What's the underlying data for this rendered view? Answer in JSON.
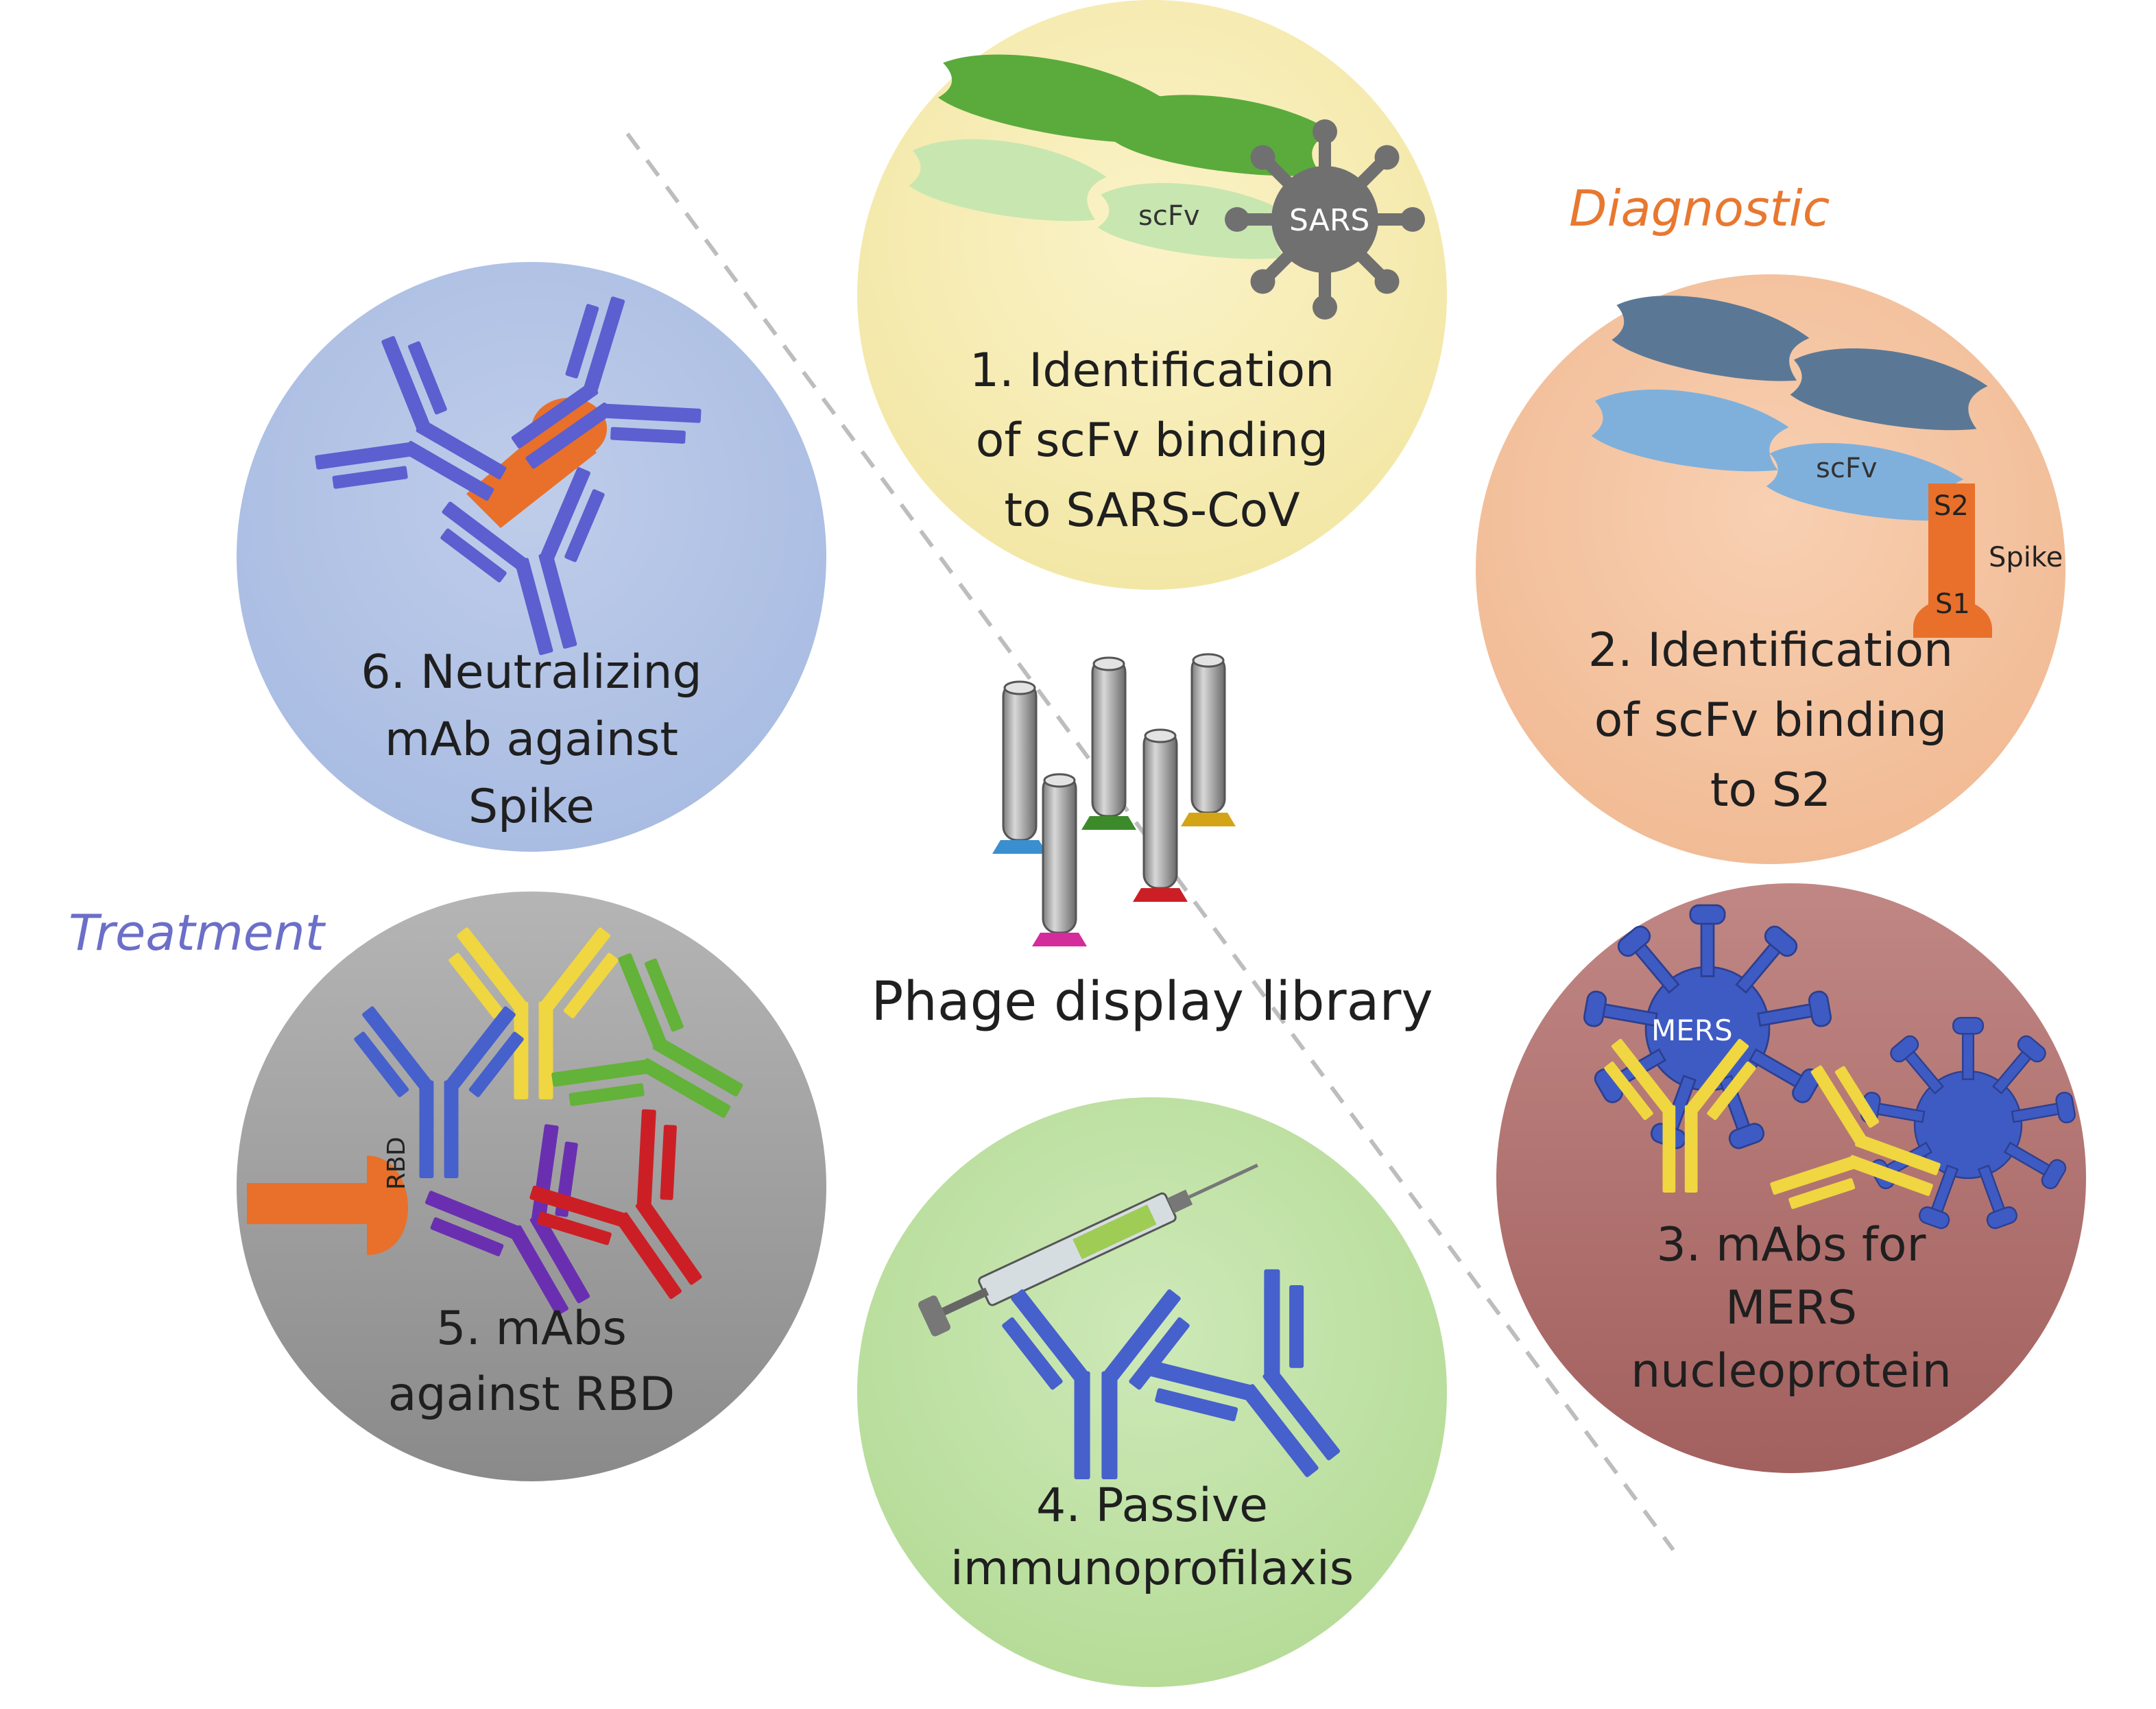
{
  "categories": {
    "diagnostic": {
      "label": "Diagnostic",
      "color": "#e87830"
    },
    "treatment": {
      "label": "Treatment",
      "color": "#6b6fc8"
    }
  },
  "center": {
    "label": "Phage display library"
  },
  "panels": [
    {
      "id": "panel-1",
      "lines": [
        "1. Identification",
        "of scFv binding",
        "to SARS-CoV"
      ],
      "tags": [
        "scFv",
        "SARS"
      ],
      "color": "#f8eebc"
    },
    {
      "id": "panel-2",
      "lines": [
        "2. Identification",
        "of scFv binding",
        "to S2"
      ],
      "tags": [
        "scFv",
        "S2",
        "Spike",
        "S1"
      ],
      "color": "#f5c6a5"
    },
    {
      "id": "panel-3",
      "lines": [
        "3. mAbs for",
        "MERS",
        "nucleoprotein"
      ],
      "tags": [
        "MERS"
      ],
      "color": "#b5716f"
    },
    {
      "id": "panel-4",
      "lines": [
        "4. Passive",
        "immunoprofilaxis"
      ],
      "tags": [],
      "color": "#c1e3a8"
    },
    {
      "id": "panel-5",
      "lines": [
        "5. mAbs",
        "against RBD"
      ],
      "tags": [
        "RBD"
      ],
      "color": "#9e9e9e"
    },
    {
      "id": "panel-6",
      "lines": [
        "6. Neutralizing",
        "mAb against",
        "Spike"
      ],
      "tags": [],
      "color": "#b4c5e6"
    }
  ],
  "palette": {
    "green_dark": "#5aab3c",
    "green_light": "#c8e6b0",
    "virus": "#707070",
    "blue_dark": "#5a7896",
    "blue_light": "#7fb0dc",
    "orange": "#e8702a",
    "purple": "#5b5fcf",
    "blue": "#4660cc",
    "yellow": "#f0d640",
    "green": "#63b23a",
    "violet": "#6a2fb0",
    "red": "#cc1f25",
    "mers": "#3e5bc4",
    "tube": "#a3a3a3"
  }
}
